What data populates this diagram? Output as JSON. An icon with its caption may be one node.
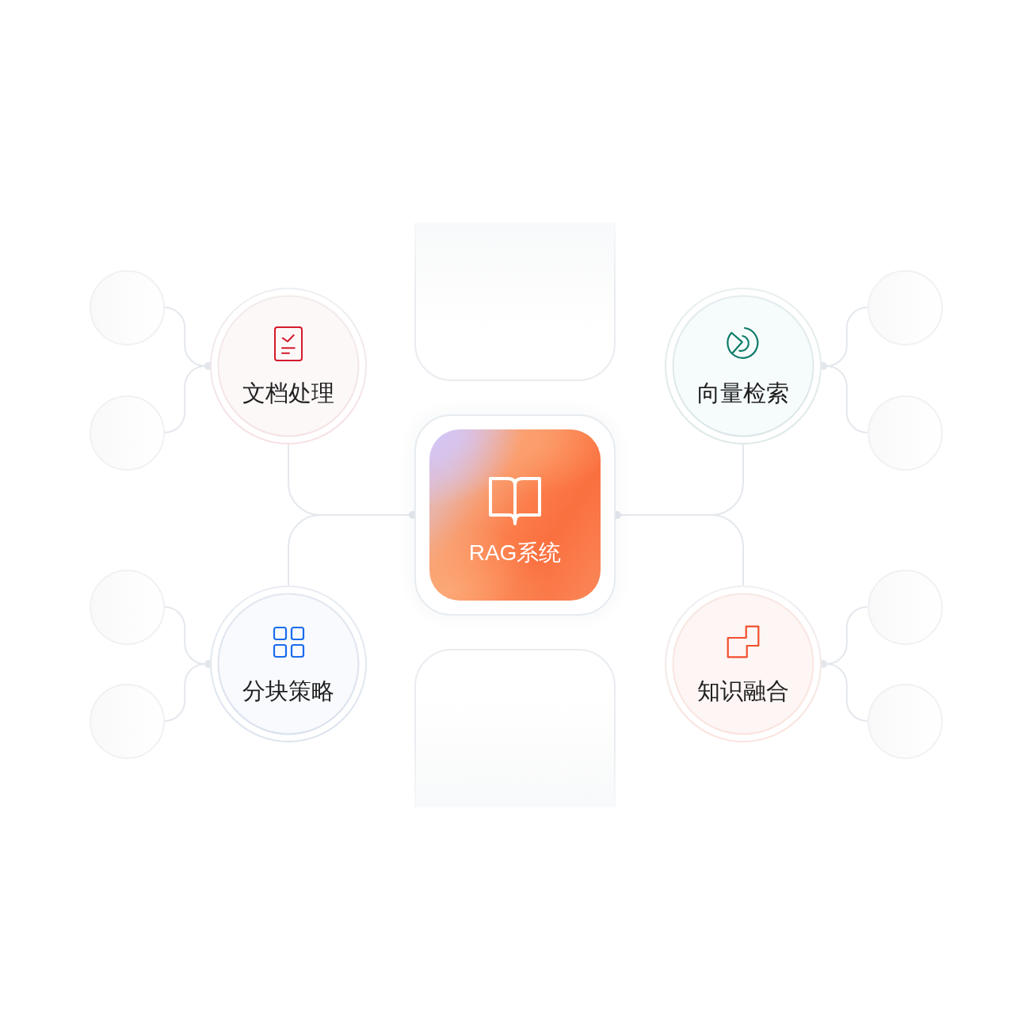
{
  "diagram": {
    "nodes": [
      {
        "text": [],
        "shape": "box"
      },
      {
        "text": [],
        "shape": "circle"
      },
      {
        "text": [
          "文档处理"
        ]
      },
      {
        "text": [
          "向量检索"
        ]
      },
      {
        "text": [],
        "shape": "circle"
      },
      {
        "text": [],
        "shape": "circle"
      },
      {
        "text": [],
        "shape": "circle"
      },
      {
        "text": [
          "RAG系统"
        ]
      },
      {
        "text": [],
        "shape": "circle"
      },
      {
        "text": [
          "分块策略"
        ]
      },
      {
        "text": [
          "知识融合"
        ]
      },
      {
        "text": [],
        "shape": "circle"
      },
      {
        "text": [],
        "shape": "circle"
      },
      {
        "text": [],
        "shape": "circle"
      },
      {
        "text": [],
        "shape": "box"
      }
    ],
    "edges": [
      {
        "from": 7,
        "to": 2,
        "arrow": "other"
      },
      {
        "from": 7,
        "to": 9,
        "arrow": "other"
      },
      {
        "from": 7,
        "to": 3,
        "arrow": "other"
      },
      {
        "from": 7,
        "to": 10,
        "arrow": "other"
      },
      {
        "from": 2,
        "to": 1,
        "arrow": "other"
      },
      {
        "from": 2,
        "to": 5,
        "arrow": "other"
      },
      {
        "from": 3,
        "to": 4,
        "arrow": "other"
      },
      {
        "from": 3,
        "to": 6,
        "arrow": "other"
      },
      {
        "from": 9,
        "to": 8,
        "arrow": "other"
      },
      {
        "from": 9,
        "to": 12,
        "arrow": "other"
      },
      {
        "from": 10,
        "to": 11,
        "arrow": "other"
      },
      {
        "from": 10,
        "to": 13,
        "arrow": "other"
      }
    ]
  }
}
